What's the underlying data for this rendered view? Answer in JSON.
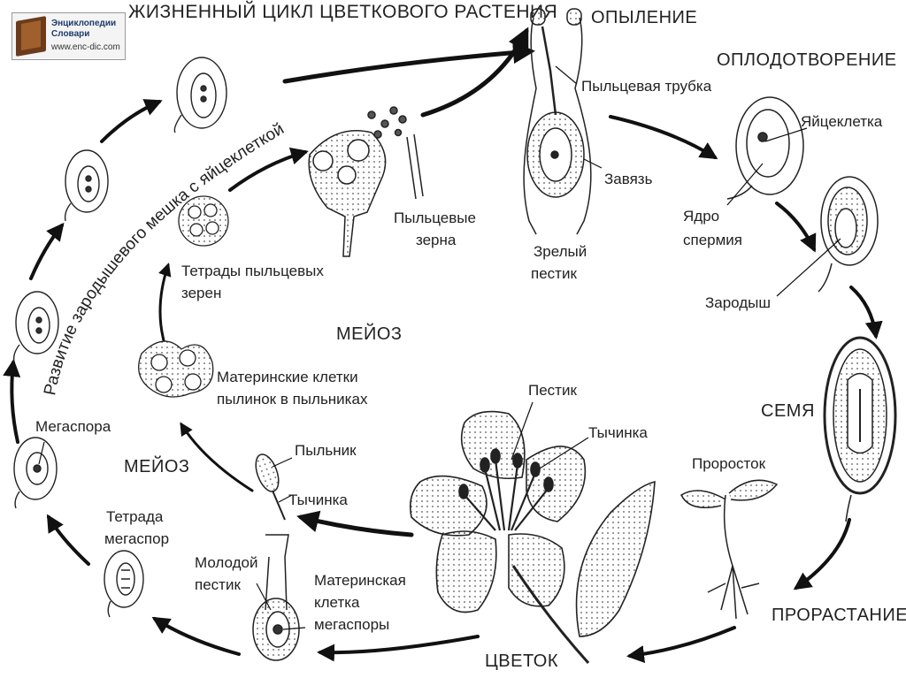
{
  "title": "ЖИЗНЕННЫЙ ЦИКЛ ЦВЕТКОВОГО РАСТЕНИЯ",
  "logo": {
    "line1": "Энциклопедии",
    "line2": "Словари",
    "url": "www.enc-dic.com"
  },
  "stages": {
    "pollination": "ОПЫЛЕНИЕ",
    "fertilization": "ОПЛОДОТВОРЕНИЕ",
    "seed": "СЕМЯ",
    "germination": "ПРОРАСТАНИЕ",
    "flower": "ЦВЕТОК",
    "meiosis_top": "МЕЙОЗ",
    "meiosis_left": "МЕЙОЗ"
  },
  "curved_label": "Развитие зародышевого мешка с яйцеклеткой",
  "labels": {
    "pollen_tube": "Пыльцевая трубка",
    "ovary": "Завязь",
    "mature_pistil_1": "Зрелый",
    "mature_pistil_2": "пестик",
    "pollen_grains_1": "Пыльцевые",
    "pollen_grains_2": "зерна",
    "tetrads_1": "Тетрады пыльцевых",
    "tetrads_2": "зерен",
    "mother_cells_1": "Материнские клетки",
    "mother_cells_2": "пылинок в пыльниках",
    "anther": "Пыльник",
    "stamen_left": "Тычинка",
    "megaspore": "Мегаспора",
    "megaspore_tetrad_1": "Тетрада",
    "megaspore_tetrad_2": "мегаспор",
    "young_pistil_1": "Молодой",
    "young_pistil_2": "пестик",
    "megaspore_mother_1": "Материнская",
    "megaspore_mother_2": "клетка",
    "megaspore_mother_3": "мегаспоры",
    "egg_cell": "Яйцеклетка",
    "sperm_nucleus_1": "Ядро",
    "sperm_nucleus_2": "спермия",
    "embryo": "Зародыш",
    "pistil_flower": "Пестик",
    "stamen_flower": "Тычинка",
    "seedling": "Проросток"
  },
  "colors": {
    "ink": "#1a1a1a",
    "background": "#ffffff"
  }
}
